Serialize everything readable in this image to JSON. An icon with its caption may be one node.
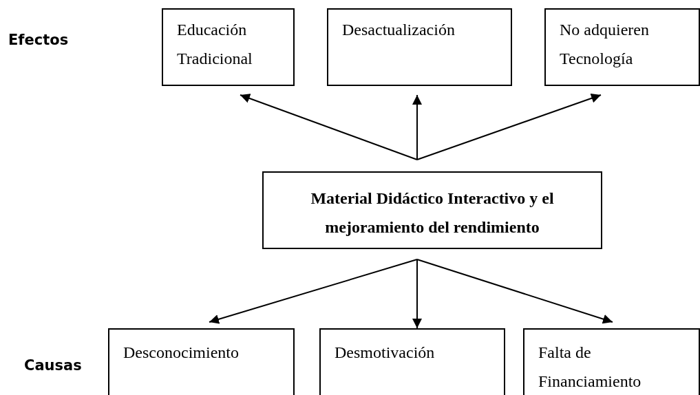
{
  "diagram": {
    "nodes": [
      {
        "text": [
          "Educación Tradicional"
        ]
      },
      {
        "text": [
          "Desactualización"
        ]
      },
      {
        "text": [
          "No adquieren Tecnología"
        ]
      },
      {
        "text": [
          "Material Didáctico Interactivo y el mejoramiento del rendimiento"
        ]
      },
      {
        "text": [
          "Desconocimiento"
        ]
      },
      {
        "text": [
          "Desmotivación"
        ]
      },
      {
        "text": [
          "Falta de Financiamiento"
        ]
      }
    ],
    "edges": [
      {
        "from": 3,
        "to": 0,
        "arrow": "to"
      },
      {
        "from": 3,
        "to": 1,
        "arrow": "to"
      },
      {
        "from": 3,
        "to": 2,
        "arrow": "to"
      },
      {
        "from": 3,
        "to": 4,
        "arrow": "to"
      },
      {
        "from": 3,
        "to": 5,
        "arrow": "to"
      },
      {
        "from": 3,
        "to": 6,
        "arrow": "to"
      }
    ],
    "labels": [
      "Efectos",
      "Causas"
    ]
  }
}
